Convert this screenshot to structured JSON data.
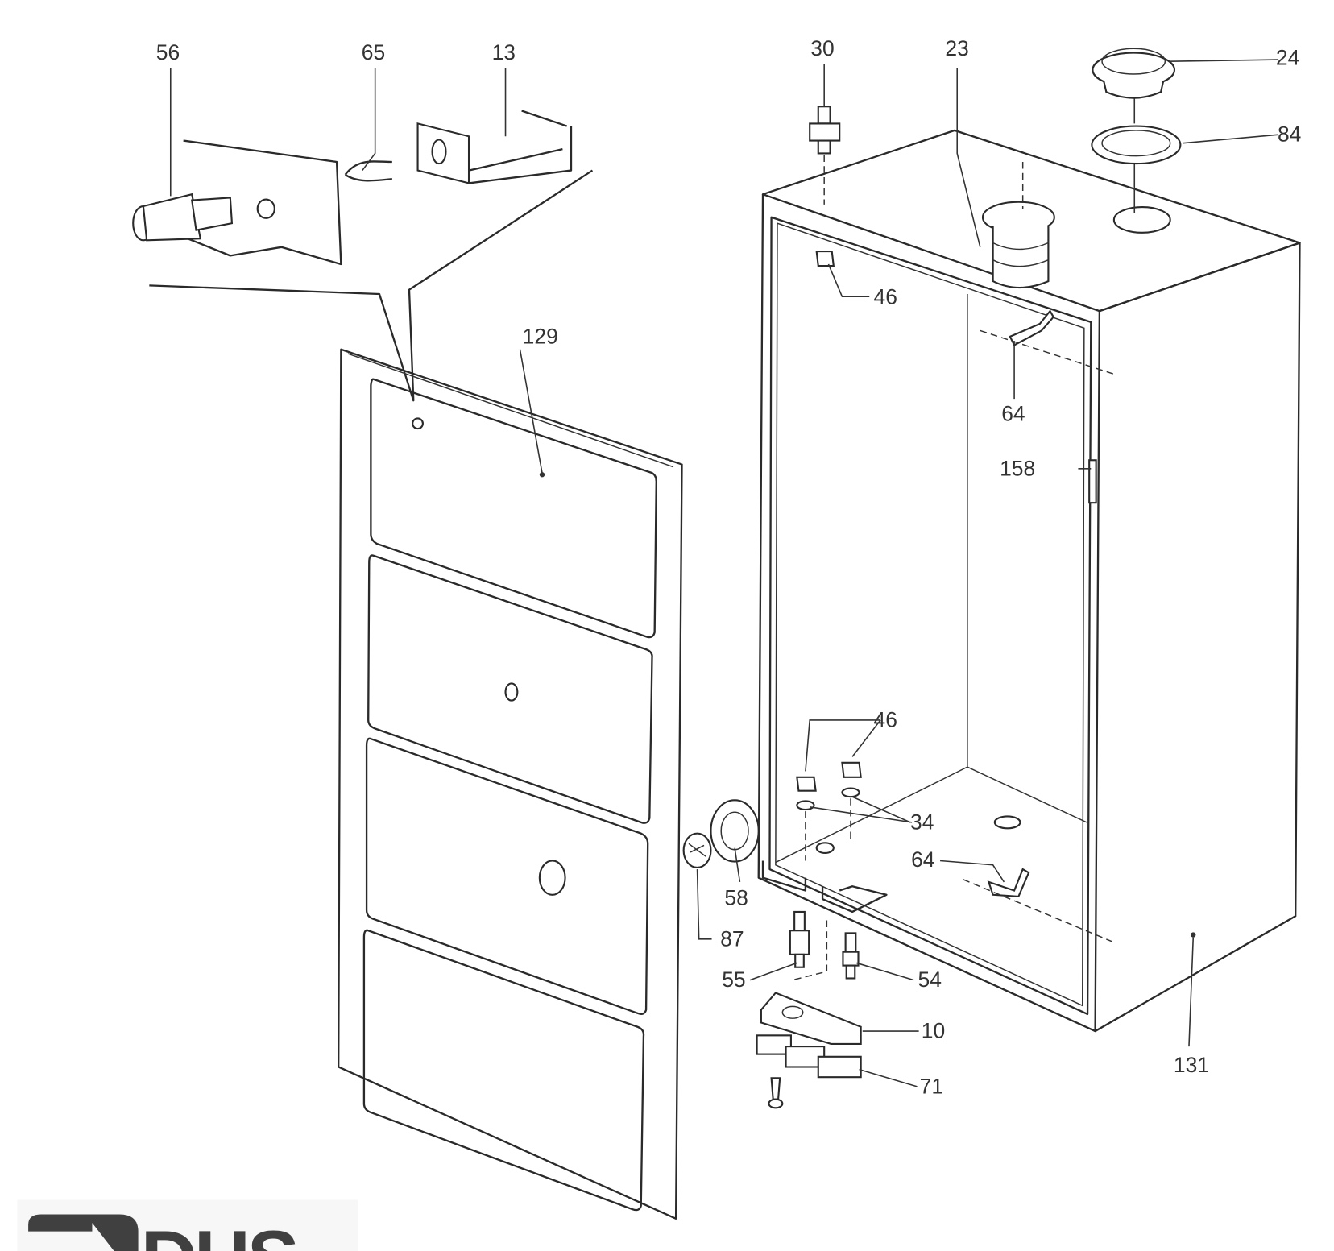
{
  "logo": {
    "text": "DHS",
    "color": "#404040"
  },
  "callouts": {
    "c56": "56",
    "c65": "65",
    "c13": "13",
    "c30": "30",
    "c23": "23",
    "c24": "24",
    "c84": "84",
    "c46a": "46",
    "c129": "129",
    "c64a": "64",
    "c158": "158",
    "c46b": "46",
    "c34": "34",
    "c64b": "64",
    "c58": "58",
    "c87": "87",
    "c55": "55",
    "c54": "54",
    "c10": "10",
    "c71": "71",
    "c131": "131"
  }
}
